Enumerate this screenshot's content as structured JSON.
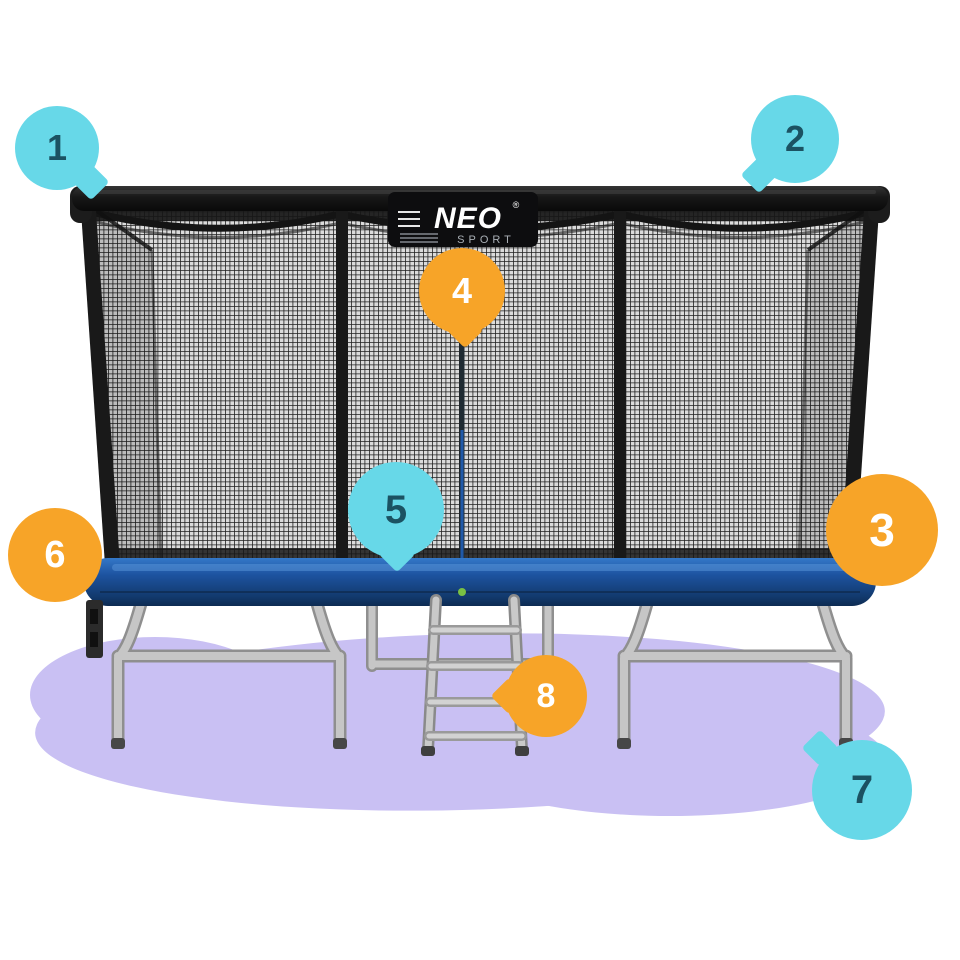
{
  "diagram": {
    "brand": {
      "name": "NEO",
      "registered": "®",
      "sub": "SPORT"
    },
    "badges": [
      {
        "label": "1",
        "color": "cyan"
      },
      {
        "label": "2",
        "color": "cyan"
      },
      {
        "label": "3",
        "color": "orange"
      },
      {
        "label": "4",
        "color": "orange"
      },
      {
        "label": "5",
        "color": "cyan"
      },
      {
        "label": "6",
        "color": "orange"
      },
      {
        "label": "7",
        "color": "cyan"
      },
      {
        "label": "8",
        "color": "orange"
      }
    ],
    "colors": {
      "badge_cyan": "#67d8e8",
      "badge_orange": "#f7a428",
      "badge_number_on_cyan": "#1b5262",
      "badge_number_on_orange": "#ffffff",
      "net_mesh": "#262626",
      "jump_pad_blue": "#1d53a0",
      "frame_silver": "#c2c2c2",
      "ground_shadow_purple": "#c9c0f3",
      "brand_plate": "#0d0d0f",
      "brand_text": "#ffffff",
      "brand_sub_text": "#aab0b6"
    }
  }
}
